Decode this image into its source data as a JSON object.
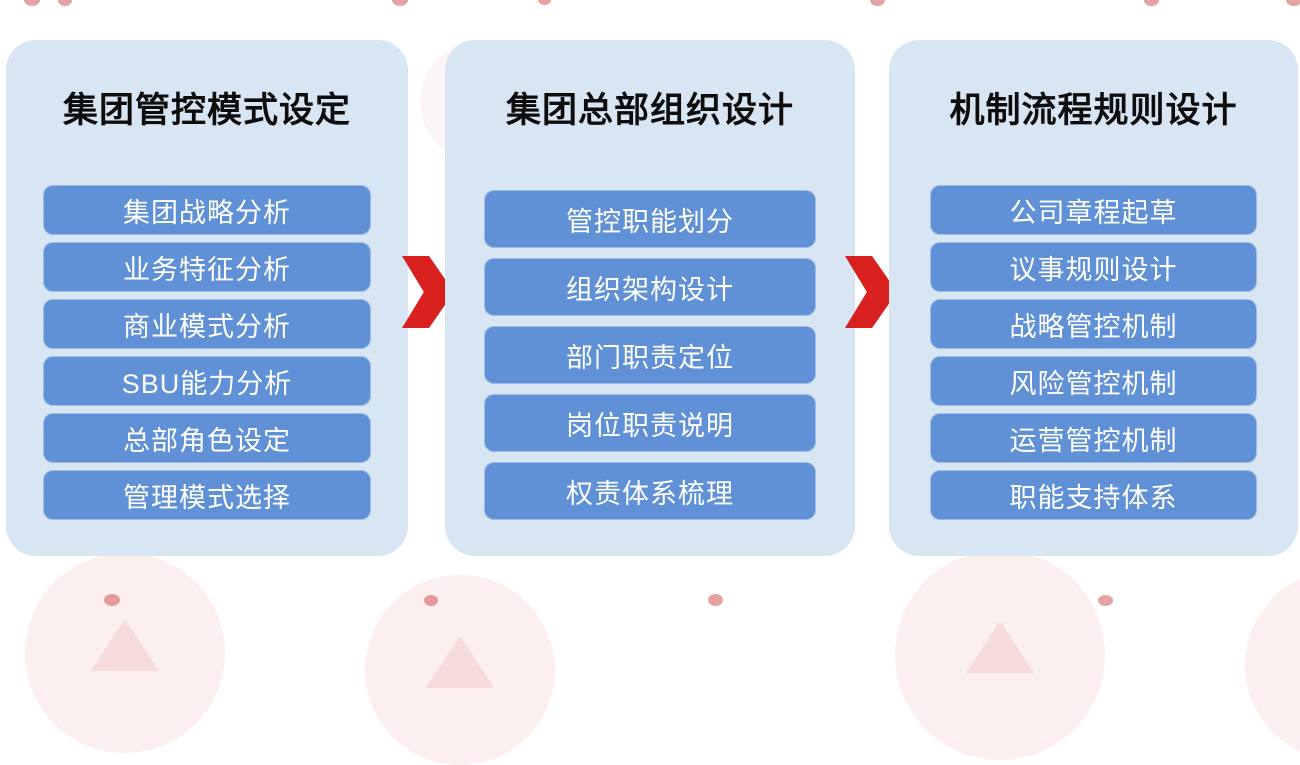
{
  "diagram": {
    "phases": [
      {
        "title": "集团管控模式设定",
        "steps": [
          "集团战略分析",
          "业务特征分析",
          "商业模式分析",
          "SBU能力分析",
          "总部角色设定",
          "管理模式选择"
        ]
      },
      {
        "title": "集团总部组织设计",
        "steps": [
          "管控职能划分",
          "组织架构设计",
          "部门职责定位",
          "岗位职责说明",
          "权责体系梳理"
        ]
      },
      {
        "title": "机制流程规则设计",
        "steps": [
          "公司章程起草",
          "议事规则设计",
          "战略管控机制",
          "风险管控机制",
          "运营管控机制",
          "职能支持体系"
        ]
      }
    ]
  },
  "icons": {
    "arrow_1": "chevron-right-icon",
    "arrow_2": "chevron-right-icon",
    "watermark": "stamp-logo-icon"
  },
  "colors": {
    "background": "#ffffff",
    "panel_bg": "#d8e5f2",
    "item_bg": "#6090d6",
    "item_text": "#ffffff",
    "title_text": "#0d0d0d",
    "arrow": "#d8201e"
  }
}
